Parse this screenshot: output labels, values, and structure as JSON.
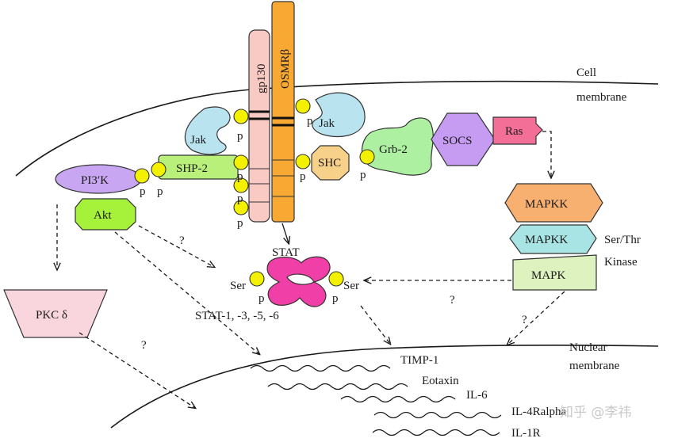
{
  "labels": {
    "cell_membrane_line1": "Cell",
    "cell_membrane_line2": "membrane",
    "nuclear_membrane_line1": "Nuclear",
    "nuclear_membrane_line2": "membrane",
    "gp130": "gp130",
    "osmr": "OSMRβ",
    "jak_left": "Jak",
    "jak_right": "Jak",
    "shp2": "SHP-2",
    "pi3k": "PI3′K",
    "akt": "Akt",
    "shc": "SHC",
    "grb2": "Grb-2",
    "socs": "SOCS",
    "ras": "Ras",
    "mapkk_1": "MAPKK",
    "mapkk_2": "MAPKK",
    "mapk": "MAPK",
    "ser_thr": "Ser/Thr",
    "kinase": "Kinase",
    "stat": "STAT",
    "ser_left": "Ser",
    "ser_right": "Ser",
    "stat_family": "STAT-1, -3, -5, -6",
    "pkc": "PKC δ",
    "phospho": "p",
    "unknown": "?",
    "genes": [
      "TIMP-1",
      "Eotaxin",
      "IL-6",
      "IL-4Ralpha",
      "IL-1R"
    ],
    "watermark": "知乎 @李祎"
  },
  "colors": {
    "jak": "#b9e3ef",
    "shp2": "#b8f07a",
    "pi3k": "#c9a6f2",
    "akt": "#a6f23a",
    "gp130": "#f9c9c4",
    "osmr": "#f7a933",
    "phospho": "#f3f000",
    "shc": "#f7d08a",
    "grb2": "#aef0a2",
    "socs": "#c59cf2",
    "ras": "#f36f98",
    "mapkk_1": "#f8b071",
    "mapkk_2": "#a9e4e4",
    "mapk": "#def2bf",
    "stat": "#f03fa6",
    "pkc": "#f9d5dd"
  }
}
